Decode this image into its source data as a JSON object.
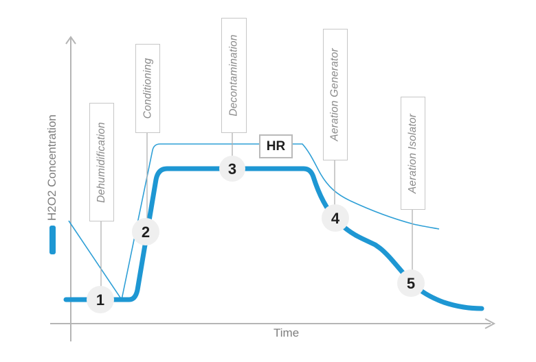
{
  "axes": {
    "y_label": "H2O2 Concentration",
    "x_label": "Time"
  },
  "hr_box": {
    "label": "HR"
  },
  "phases": [
    {
      "num": "1",
      "label": "Dehumidification"
    },
    {
      "num": "2",
      "label": "Conditioning"
    },
    {
      "num": "3",
      "label": "Decontamination"
    },
    {
      "num": "4",
      "label": "Aeration Generator"
    },
    {
      "num": "5",
      "label": "Aeration Isolator"
    }
  ],
  "colors": {
    "curve_blue": "#1e97d3",
    "axis_gray": "#b5b5b5",
    "leader_gray": "#b0b0b0",
    "label_gray": "#8a8a8a",
    "box_border": "#c6c6c6",
    "circle_fill": "#efefef",
    "number_black": "#1f1f1f"
  },
  "chart_data": {
    "type": "line",
    "title": "",
    "xlabel": "Time",
    "ylabel": "H2O2 Concentration",
    "grid": false,
    "axis_ticks": "none (conceptual diagram, relative units 0-100)",
    "legend_position": "y-axis label with blue dash swatch",
    "series": [
      {
        "name": "H2O2 Concentration",
        "style": "thick solid blue",
        "points": [
          [
            0,
            8
          ],
          [
            15,
            8
          ],
          [
            21,
            54
          ],
          [
            56,
            54
          ],
          [
            62,
            37
          ],
          [
            72,
            27
          ],
          [
            80,
            14
          ],
          [
            90,
            8
          ],
          [
            97,
            5
          ]
        ]
      },
      {
        "name": "HR",
        "style": "thin solid blue",
        "points": [
          [
            0,
            36
          ],
          [
            12,
            8
          ],
          [
            21,
            63
          ],
          [
            54,
            63
          ],
          [
            58,
            54
          ],
          [
            63,
            45
          ],
          [
            70,
            40
          ],
          [
            78,
            36
          ],
          [
            86,
            33
          ]
        ]
      }
    ],
    "annotations": [
      {
        "marker": "1",
        "label": "Dehumidification",
        "x": 7,
        "y": 8
      },
      {
        "marker": "2",
        "label": "Conditioning",
        "x": 18,
        "y": 32
      },
      {
        "marker": "3",
        "label": "Decontamination",
        "x": 38,
        "y": 54
      },
      {
        "marker": "4",
        "label": "Aeration Generator",
        "x": 62,
        "y": 37
      },
      {
        "marker": "5",
        "label": "Aeration Isolator",
        "x": 80,
        "y": 14
      },
      {
        "marker": "HR",
        "label": "HR",
        "x": 47,
        "y": 63
      }
    ]
  }
}
